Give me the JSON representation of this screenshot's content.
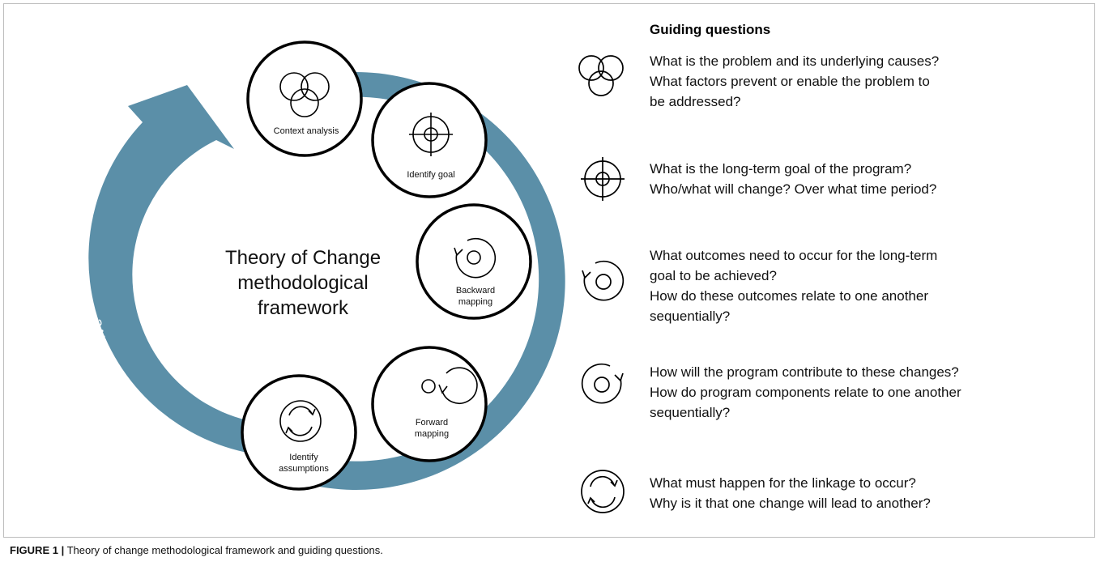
{
  "diagram": {
    "center_title": [
      "Theory of Change",
      "methodological",
      "framework"
    ],
    "arrow_text": "Iterative, cyclical, reflexive",
    "nodes": [
      {
        "label": [
          "Context analysis"
        ],
        "icon": "overlapping-circles-icon"
      },
      {
        "label": [
          "Identify goal"
        ],
        "icon": "crosshair-target-icon"
      },
      {
        "label": [
          "Backward",
          "mapping"
        ],
        "icon": "backward-circle-arrow-icon"
      },
      {
        "label": [
          "Forward",
          "mapping"
        ],
        "icon": "forward-circle-arrow-icon"
      },
      {
        "label": [
          "Identify",
          "assumptions"
        ],
        "icon": "cycle-arrows-icon"
      }
    ],
    "colors": {
      "ring": "#5b8fa8",
      "stroke": "#000000",
      "arrow_text": "#ffffff"
    }
  },
  "guiding": {
    "heading": "Guiding questions",
    "groups": [
      {
        "icon": "overlapping-circles-icon",
        "lines": [
          "What is the problem and its underlying causes?",
          "What factors prevent or enable the problem to",
          "be addressed?"
        ]
      },
      {
        "icon": "crosshair-target-icon",
        "lines": [
          "What is the long-term goal of the program?",
          "Who/what will change? Over what time period?"
        ]
      },
      {
        "icon": "backward-circle-arrow-icon",
        "lines": [
          "What outcomes need to occur for the long-term",
          "goal to be achieved?",
          "How do these outcomes relate to one another",
          "sequentially?"
        ]
      },
      {
        "icon": "forward-circle-arrow-icon",
        "lines": [
          "How will the program contribute to these changes?",
          "How do program components relate to one another",
          "sequentially?"
        ]
      },
      {
        "icon": "cycle-arrows-icon",
        "lines": [
          "What must happen for the linkage to occur?",
          "Why is it that one change will lead to another?"
        ]
      }
    ]
  },
  "caption": {
    "label": "FIGURE 1 |",
    "text": " Theory of change methodological framework and guiding questions."
  }
}
